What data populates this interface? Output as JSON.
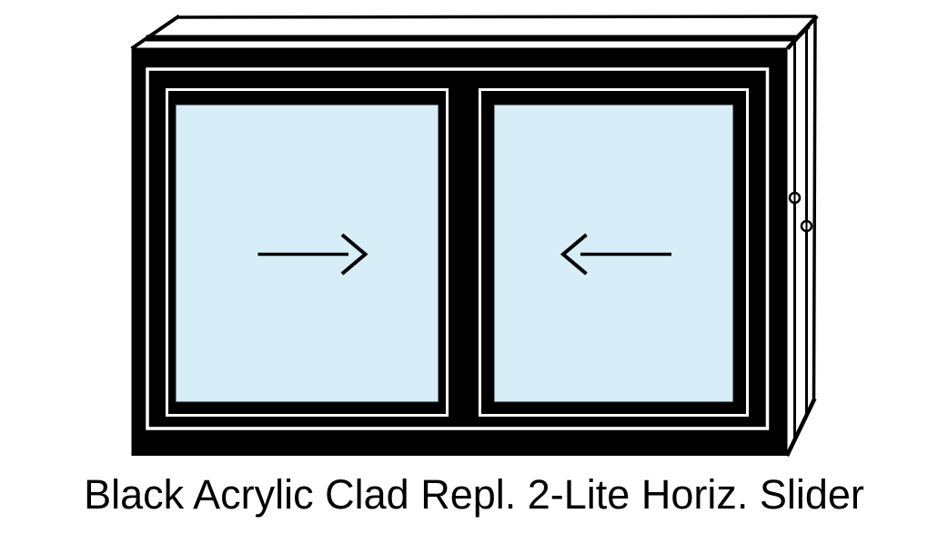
{
  "figure": {
    "caption": "Black Acrylic Clad Repl. 2-Lite Horiz. Slider"
  },
  "colors": {
    "frame": "#000000",
    "glass": "#d7edf8",
    "glass_edge": "#1a1a1a",
    "reveal_line": "#ffffff",
    "background": "#ffffff",
    "line": "#000000"
  },
  "icons": {
    "left_pane_arrow": "arrow-right-icon",
    "right_pane_arrow": "arrow-left-icon"
  },
  "panes": [
    {
      "name": "left-sash",
      "slide_direction": "right"
    },
    {
      "name": "right-sash",
      "slide_direction": "left"
    }
  ]
}
